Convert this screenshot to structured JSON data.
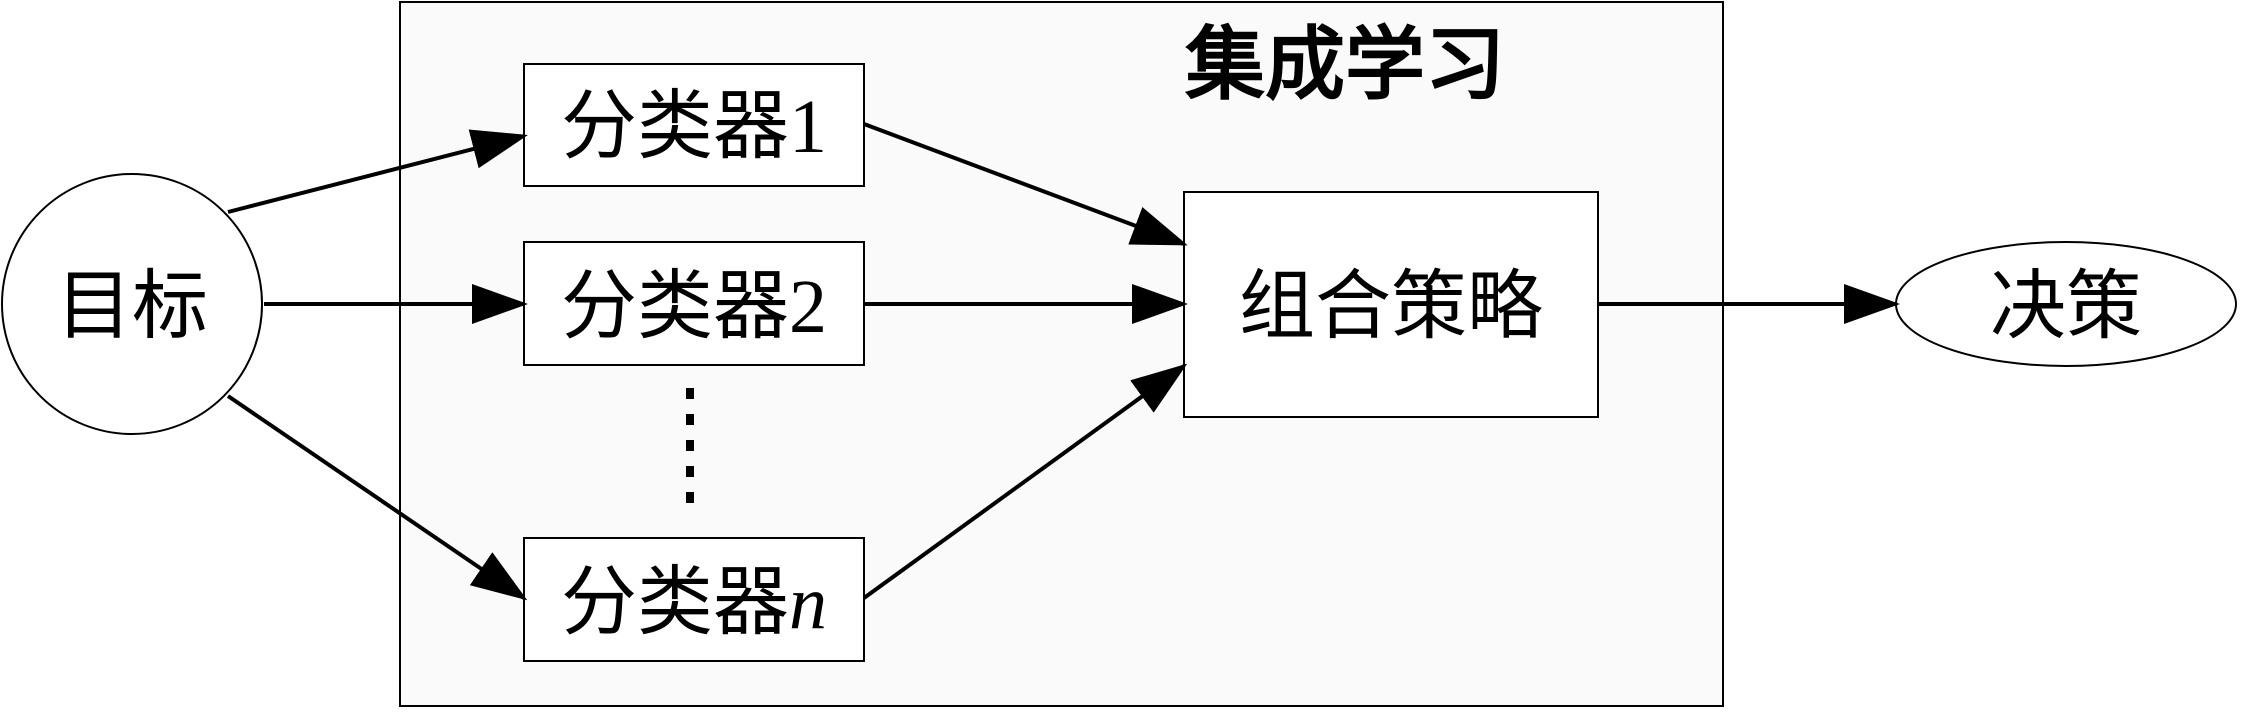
{
  "ensemble": {
    "title": "集成学习"
  },
  "target": {
    "label": "目标"
  },
  "classifiers": [
    {
      "prefix": "分类器",
      "index": "1"
    },
    {
      "prefix": "分类器",
      "index": "2"
    },
    {
      "prefix": "分类器",
      "index": "n"
    }
  ],
  "ellipsis": "⋮",
  "combination": {
    "label": "组合策略"
  },
  "decision": {
    "label": "决策"
  },
  "colors": {
    "stroke": "#000000",
    "ensemble_fill": "#fafafa",
    "node_fill": "#ffffff"
  }
}
